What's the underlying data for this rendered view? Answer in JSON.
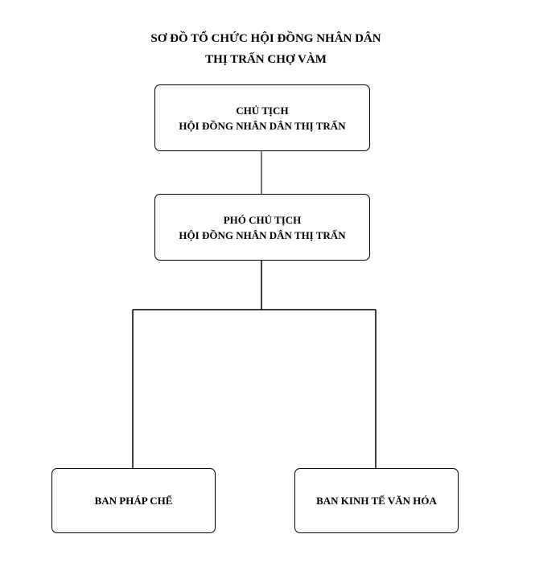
{
  "title": {
    "line1": "SƠ ĐỒ TỔ CHỨC HỘI ĐỒNG NHÂN DÂN",
    "line2": "THỊ TRẤN CHỢ VÀM"
  },
  "nodes": {
    "chairman": {
      "line1": "CHỦ TỊCH",
      "line2": "HỘI ĐỒNG NHÂN DÂN THỊ TRẤN"
    },
    "vice_chairman": {
      "line1": "PHÓ CHỦ TỊCH",
      "line2": "HỘI ĐỒNG NHÂN DÂN THỊ TRẤN"
    },
    "legal_committee": {
      "label": "BAN PHÁP CHẾ"
    },
    "economic_cultural_committee": {
      "label": "BAN KINH TẾ VĂN HÓA"
    }
  },
  "edges": [
    {
      "from": "chairman",
      "to": "vice_chairman"
    },
    {
      "from": "vice_chairman",
      "to": "legal_committee"
    },
    {
      "from": "vice_chairman",
      "to": "economic_cultural_committee"
    }
  ],
  "colors": {
    "box_border": "#000000",
    "connector_top": "#3a4a5c",
    "connector": "#000000",
    "background": "#ffffff"
  }
}
